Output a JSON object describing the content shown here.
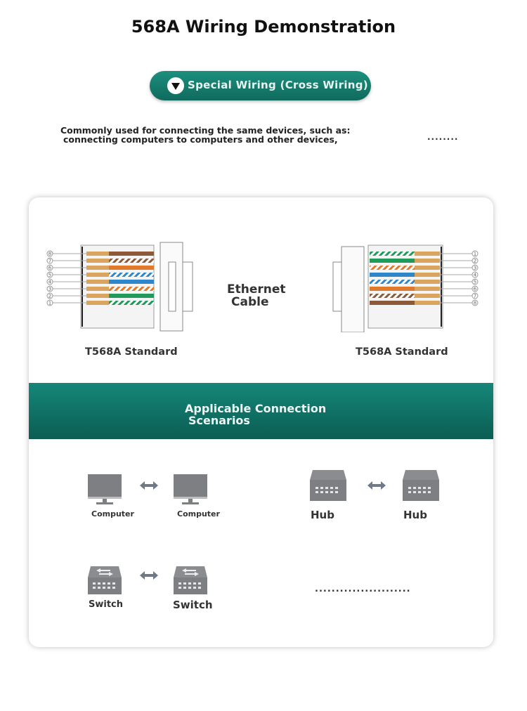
{
  "page": {
    "title": "568A Wiring Demonstration",
    "pill_label": "Special Wiring (Cross Wiring)",
    "description_line1": "Commonly used for connecting the same devices, such as:",
    "description_line2": "connecting computers to computers and other devices,",
    "description_dots": "........"
  },
  "diagram": {
    "center_label_line1": "Ethernet",
    "center_label_line2": "Cable",
    "left_standard": "T568A Standard",
    "right_standard": "T568A Standard",
    "left_pins": [
      "8",
      "7",
      "6",
      "5",
      "4",
      "3",
      "2",
      "1"
    ],
    "right_pins": [
      "1",
      "2",
      "3",
      "4",
      "5",
      "6",
      "7",
      "8"
    ]
  },
  "scenarios": {
    "heading_line1": "Applicable Connection",
    "heading_line2": "Scenarios",
    "computer_left": "Computer",
    "computer_right": "Computer",
    "hub_left": "Hub",
    "hub_right": "Hub",
    "switch_left": "Switch",
    "switch_right": "Switch",
    "more": "......................."
  },
  "colors": {
    "accent": "#0f6a5c",
    "device_gray": "#7d7f82",
    "arrow_gray": "#6f7a86"
  }
}
